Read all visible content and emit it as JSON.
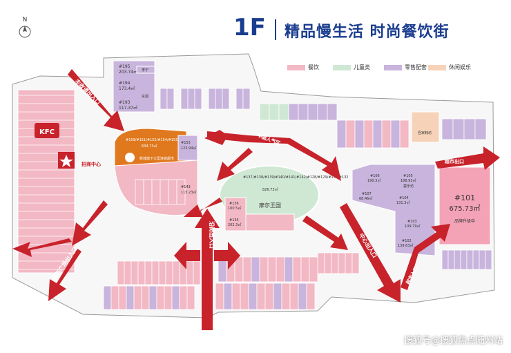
{
  "header": {
    "floor": "1F",
    "slogan": "精品慢生活 时尚餐饮街"
  },
  "compass": {
    "label": "N"
  },
  "legend": [
    {
      "label": "餐饮",
      "color": "#f2b8c4"
    },
    {
      "label": "儿童类",
      "color": "#cfe8d4"
    },
    {
      "label": "零售配套",
      "color": "#c8b4dc"
    },
    {
      "label": "休闲娱乐",
      "color": "#f6d3b8"
    }
  ],
  "colors": {
    "dining": "#f2b8c4",
    "kids": "#cfe8d4",
    "retail": "#c8b4dc",
    "leisure": "#f6d3b8",
    "anchor": "#e0781e",
    "supermarket": "#f4a3b6",
    "arrow": "#c8222b",
    "title": "#1a3d8f"
  },
  "entrances": {
    "north": "丰收道出入口",
    "west": "临街广场出入口",
    "south": "沿街出入口",
    "center": "中心出入口",
    "supermarket": "超市出口",
    "supermarket_entry": "超市入口",
    "plaza": "中庭人气区",
    "leasing": "招商中心"
  },
  "units": {
    "u195": {
      "id": "#195",
      "area": "203.74㎡"
    },
    "u194": {
      "id": "#194",
      "area": "173.4㎡"
    },
    "u193": {
      "id": "#193",
      "area": "117.37㎡"
    },
    "u153": {
      "id": "#153",
      "area": "123.94㎡"
    },
    "anchor": {
      "id": "#159/#151/#152/#154/#155",
      "area": "634.73㎡",
      "label": "新城旗下大型连锁超市"
    },
    "u143": {
      "id": "#143",
      "area": "115.23㎡"
    },
    "moer": {
      "id": "#137/#138/#139/#140/#141/#142/#128/#129/#130/#132",
      "area": "826.73㎡",
      "label": "摩尔王国"
    },
    "u106": {
      "id": "#106",
      "area": "190.3㎡"
    },
    "u105": {
      "id": "#105",
      "area": "188.93㎡"
    },
    "u107": {
      "id": "#107",
      "area": "68.46㎡"
    },
    "u104": {
      "id": "#104",
      "area": "131.3㎡"
    },
    "u103": {
      "id": "#103",
      "area": "109.79㎡"
    },
    "u102": {
      "id": "#102",
      "area": "139.63㎡"
    },
    "u101": {
      "id": "#101",
      "area": "675.73㎡",
      "label": "品牌升级中"
    },
    "u136": {
      "id": "#136",
      "area": "100.5㎡"
    },
    "u135": {
      "id": "#135",
      "area": "202.3㎡"
    },
    "lishu": "李宁",
    "yuanjiang": "玄狐",
    "kids_label": "童乐坊",
    "leisure_label": "吾家韩坊"
  },
  "kfc": "KFC",
  "watermark": "搜狐号@搜狐焦点随州站"
}
